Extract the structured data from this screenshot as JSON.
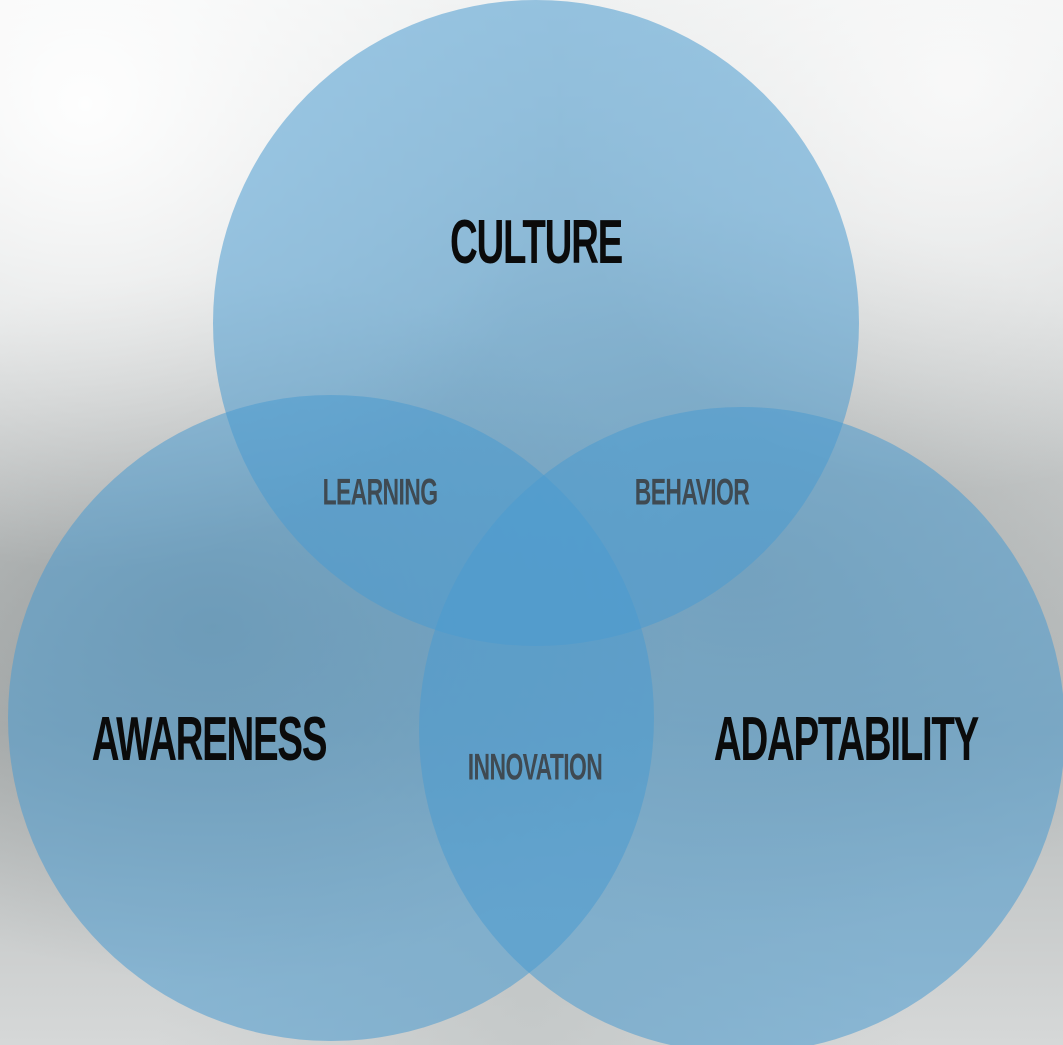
{
  "diagram": {
    "sets": [
      {
        "id": "culture",
        "label": "CULTURE"
      },
      {
        "id": "awareness",
        "label": "AWARENESS"
      },
      {
        "id": "adaptability",
        "label": "ADAPTABILITY"
      }
    ],
    "intersections": [
      {
        "sets": [
          "culture",
          "awareness"
        ],
        "label": "LEARNING"
      },
      {
        "sets": [
          "culture",
          "adaptability"
        ],
        "label": "BEHAVIOR"
      },
      {
        "sets": [
          "awareness",
          "adaptability"
        ],
        "label": "INNOVATION"
      }
    ]
  },
  "colors": {
    "circle_fill": "#4a9bd0",
    "circle_opacity": 0.55,
    "major_label": "#0b0b0b",
    "minor_label": "#3f4a52"
  }
}
